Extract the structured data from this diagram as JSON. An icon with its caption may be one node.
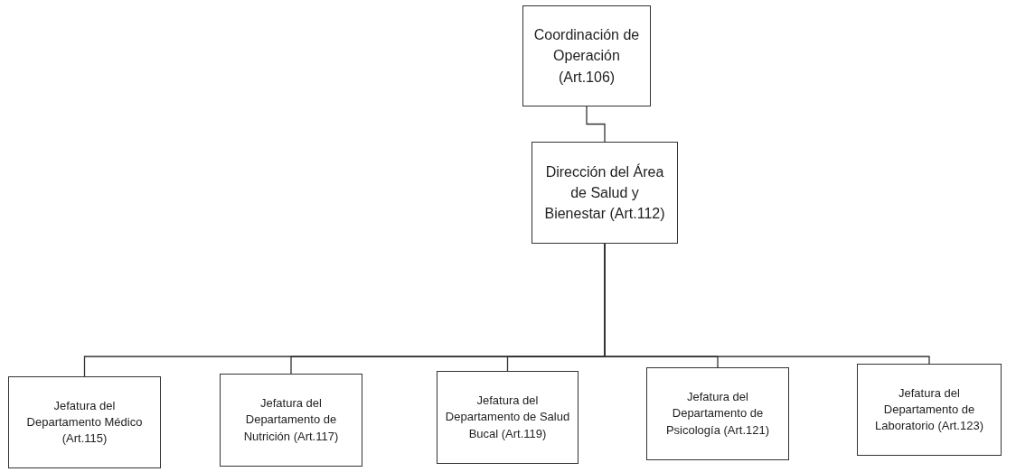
{
  "diagram": {
    "nodes": [
      {
        "text": [
          "Coordinación de Operación (Art.106)"
        ]
      },
      {
        "text": [
          "Dirección del Área de Salud y Bienestar (Art.112)"
        ]
      },
      {
        "text": [
          "Jefatura del Departamento Médico (Art.115)"
        ]
      },
      {
        "text": [
          "Jefatura del Departamento de Nutrición (Art.117)"
        ]
      },
      {
        "text": [
          "Jefatura del Departamento de Salud Bucal (Art.119)"
        ]
      },
      {
        "text": [
          "Jefatura del Departamento de Psicología (Art.121)"
        ]
      },
      {
        "text": [
          "Jefatura del Departamento de Laboratorio (Art.123)"
        ]
      }
    ],
    "edges": [
      {
        "from": 0,
        "to": 1,
        "arrow": "none"
      },
      {
        "from": 1,
        "to": 2,
        "arrow": "none"
      },
      {
        "from": 1,
        "to": 3,
        "arrow": "none"
      },
      {
        "from": 1,
        "to": 4,
        "arrow": "none"
      },
      {
        "from": 1,
        "to": 5,
        "arrow": "none"
      },
      {
        "from": 1,
        "to": 6,
        "arrow": "none"
      }
    ]
  }
}
